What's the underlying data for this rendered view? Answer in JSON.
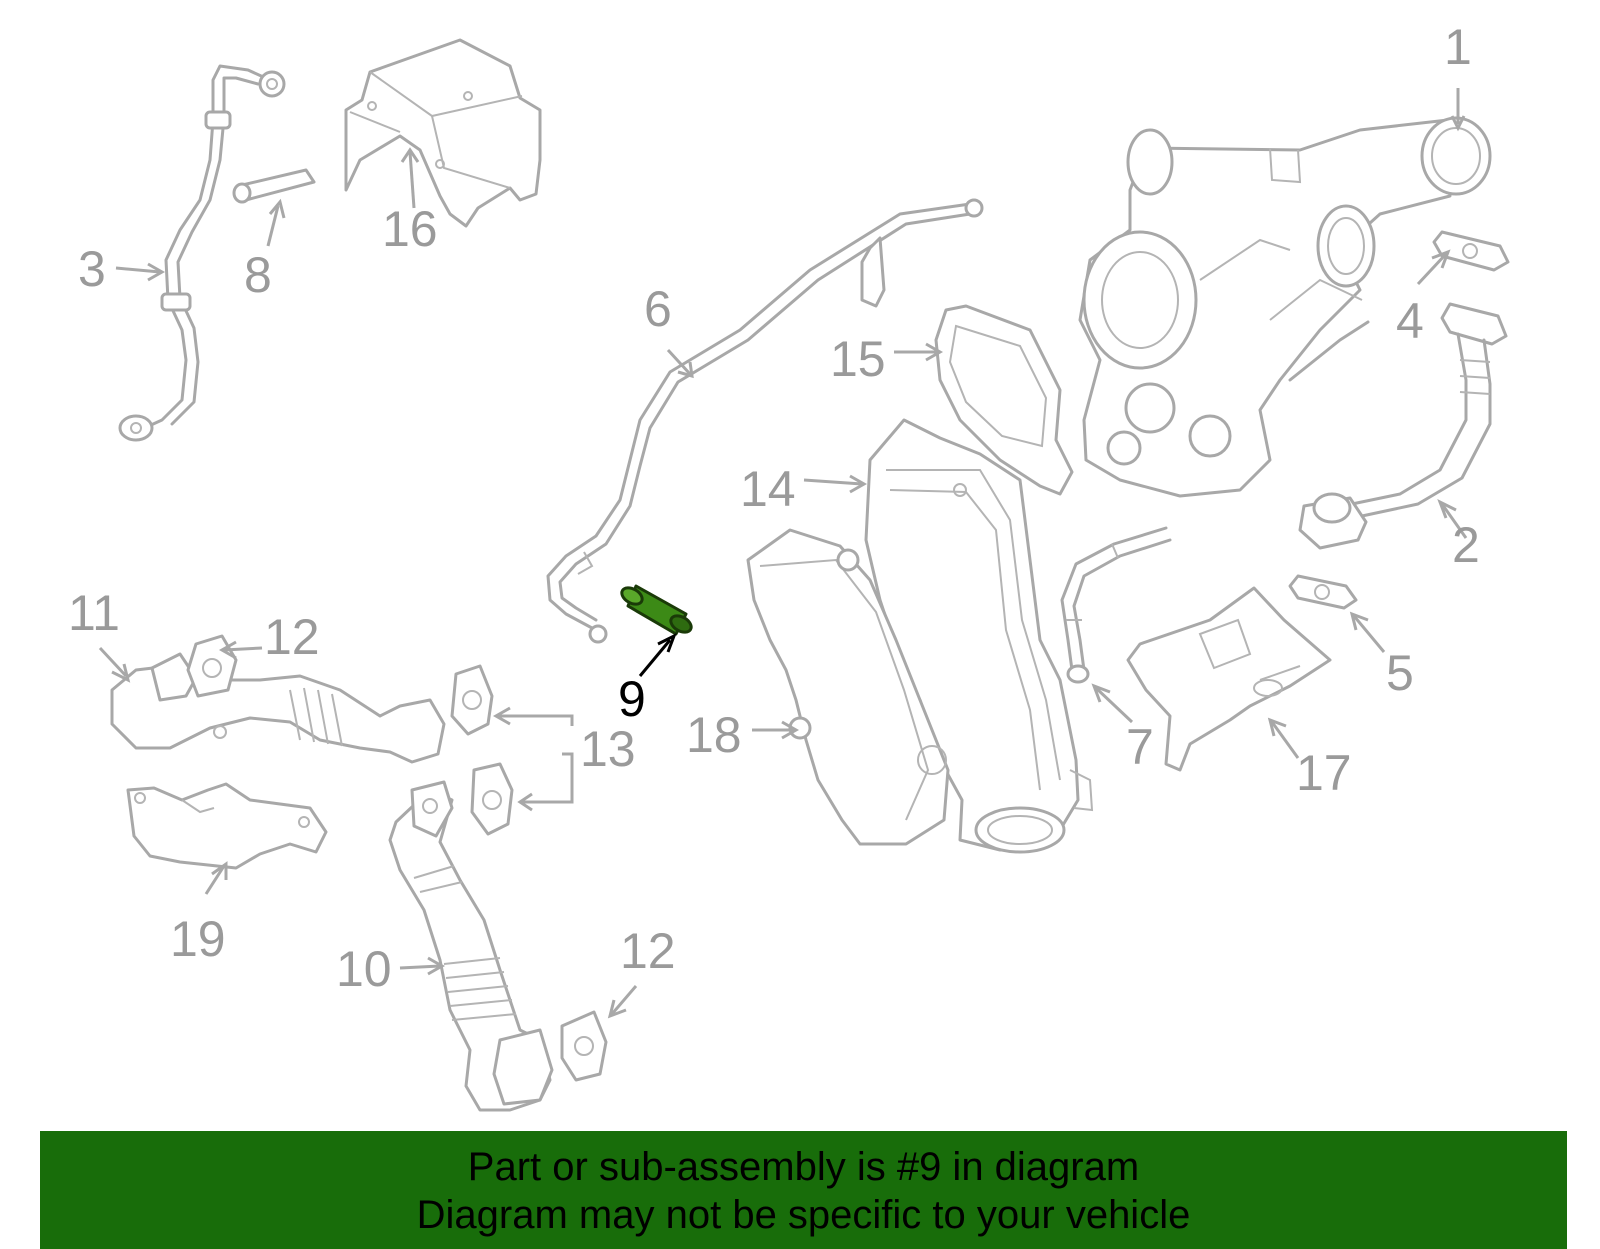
{
  "diagram": {
    "highlighted_part": "9",
    "highlight_color": "#3c8a16",
    "part_color": "#a8a8a8",
    "callouts": {
      "c1": "1",
      "c2": "2",
      "c3": "3",
      "c4": "4",
      "c5": "5",
      "c6": "6",
      "c7": "7",
      "c8": "8",
      "c9": "9",
      "c10": "10",
      "c11": "11",
      "c12a": "12",
      "c12b": "12",
      "c13": "13",
      "c14": "14",
      "c15": "15",
      "c16": "16",
      "c17": "17",
      "c18": "18",
      "c19": "19"
    }
  },
  "banner": {
    "line1": "Part or sub-assembly is #9 in diagram",
    "line2": "Diagram may not be specific to your vehicle",
    "background": "#186d0a"
  }
}
